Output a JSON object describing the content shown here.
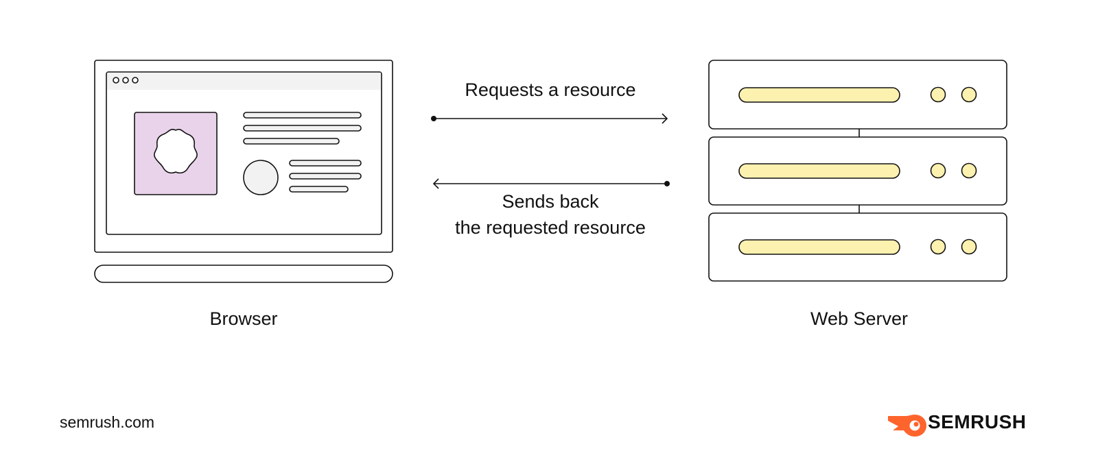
{
  "diagram": {
    "browser_label": "Browser",
    "server_label": "Web Server",
    "request_label": "Requests a resource",
    "response_line1": "Sends back",
    "response_line2": "the requested resource"
  },
  "footer": {
    "site": "semrush.com",
    "brand": "SEMRUSH"
  },
  "colors": {
    "stroke": "#111111",
    "image_placeholder_fill": "#e9d3ea",
    "server_slot_fill": "#fdf1b0",
    "panel_fill": "#f2f2f2",
    "brand_orange": "#ff642d"
  }
}
